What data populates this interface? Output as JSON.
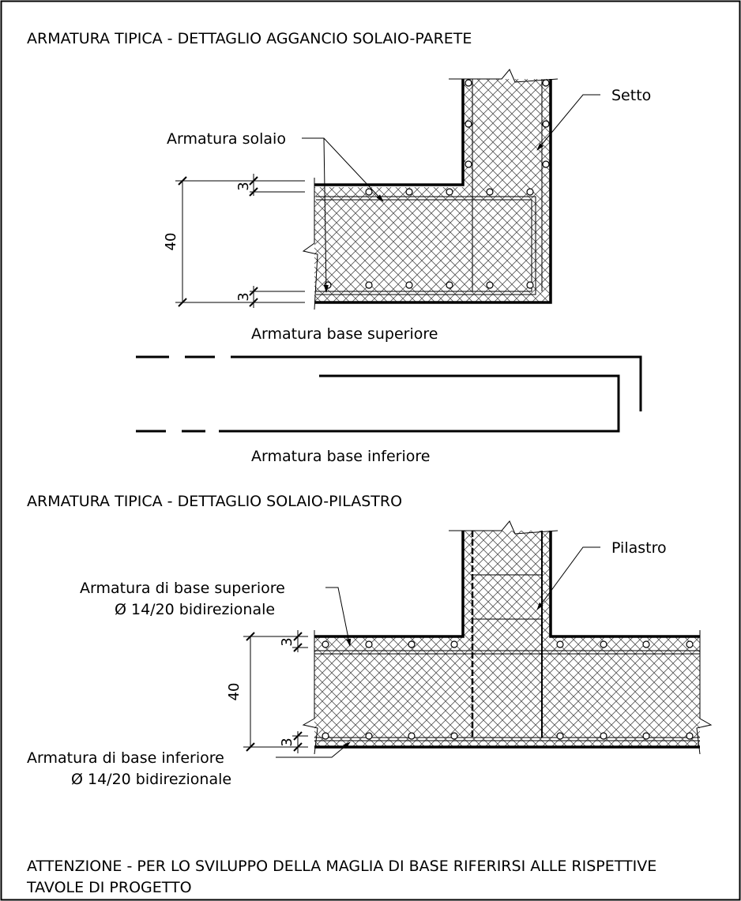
{
  "detail1": {
    "title": "ARMATURA TIPICA - DETTAGLIO AGGANCIO SOLAIO-PARETE",
    "label_setto": "Setto",
    "label_armatura_solaio": "Armatura solaio",
    "dim_cover_top": "3",
    "dim_depth": "40",
    "dim_cover_bottom": "3",
    "label_base_superiore": "Armatura base superiore",
    "label_base_inferiore": "Armatura base inferiore"
  },
  "detail2": {
    "title": "ARMATURA TIPICA - DETTAGLIO SOLAIO-PILASTRO",
    "label_pilastro": "Pilastro",
    "label_sup_line1": "Armatura di base superiore",
    "label_sup_line2": "Ø 14/20 bidirezionale",
    "label_inf_line1": "Armatura di base inferiore",
    "label_inf_line2": "Ø 14/20 bidirezionale",
    "dim_cover_top": "3",
    "dim_depth": "40",
    "dim_cover_bottom": "3"
  },
  "note": {
    "line1": "ATTENZIONE - PER LO SVILUPPO DELLA MAGLIA DI BASE RIFERIRSI ALLE RISPETTIVE",
    "line2": "TAVOLE DI PROGETTO"
  }
}
